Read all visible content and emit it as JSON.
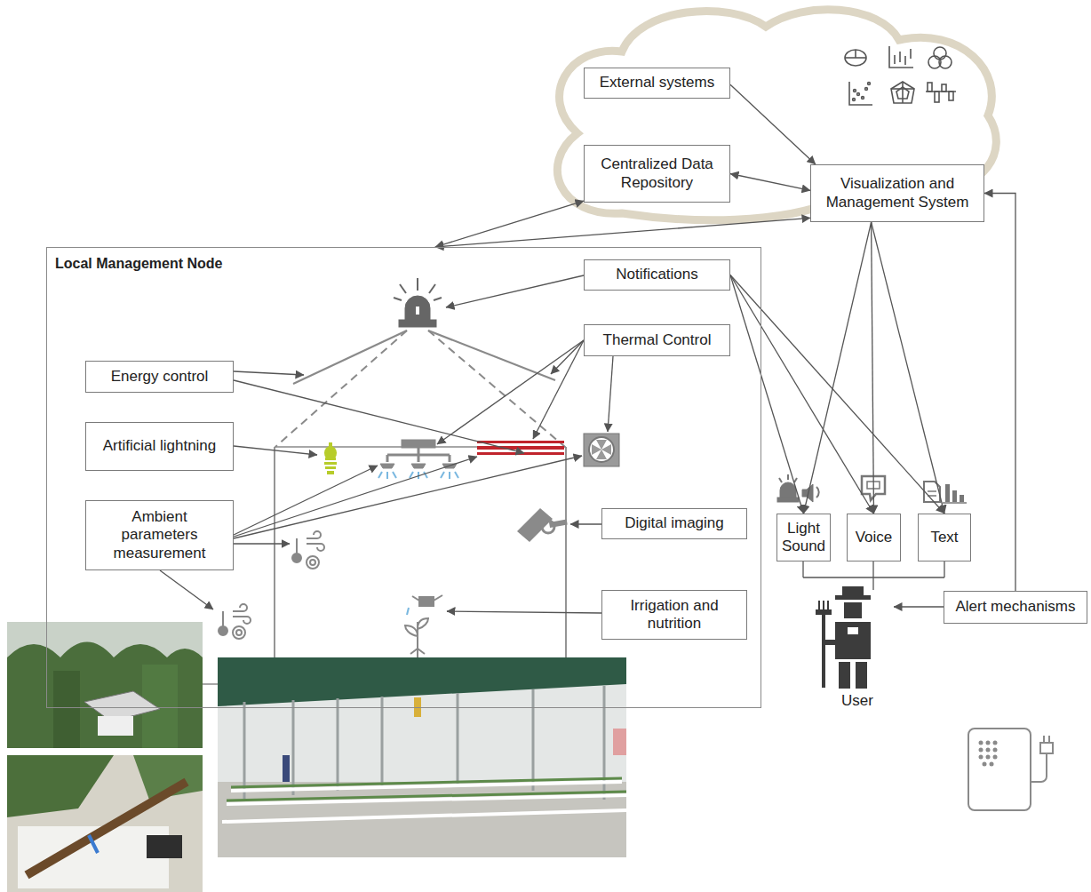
{
  "diagram": {
    "nodes": [
      {
        "text": [
          "External systems"
        ]
      },
      {
        "text": [
          "Centralized Data Repository"
        ]
      },
      {
        "text": [
          "Visualization and Management System"
        ]
      },
      {
        "text": [
          "Local Management Node"
        ]
      },
      {
        "text": [
          "Notifications"
        ],
        "in": 3
      },
      {
        "text": [
          "Thermal Control"
        ],
        "in": 3
      },
      {
        "text": [
          "Energy control"
        ],
        "in": 3
      },
      {
        "text": [
          "Artificial lightning"
        ],
        "in": 3
      },
      {
        "text": [
          "Ambient parameters measurement"
        ],
        "in": 3
      },
      {
        "text": [
          "Digital imaging"
        ],
        "in": 3
      },
      {
        "text": [
          "Irrigation and nutrition"
        ],
        "in": 3
      },
      {
        "text": [
          "Light Sound"
        ]
      },
      {
        "text": [
          "Voice"
        ]
      },
      {
        "text": [
          "Text"
        ]
      },
      {
        "text": [
          "Alert mechanisms"
        ]
      }
    ],
    "edges": [
      {
        "from": 0,
        "to": 2,
        "arrow": "to"
      },
      {
        "from": 1,
        "to": 2,
        "arrow": "both"
      },
      {
        "from": 3,
        "to": 1,
        "arrow": "both"
      },
      {
        "from": 3,
        "to": 2,
        "arrow": "both"
      },
      {
        "from": 2,
        "to": 11,
        "arrow": "to"
      },
      {
        "from": 2,
        "to": 12,
        "arrow": "to"
      },
      {
        "from": 2,
        "to": 13,
        "arrow": "to"
      },
      {
        "from": 4,
        "to": 11,
        "arrow": "to"
      },
      {
        "from": 4,
        "to": 12,
        "arrow": "to"
      },
      {
        "from": 4,
        "to": 13,
        "arrow": "to"
      },
      {
        "from": 14,
        "to": 2,
        "arrow": "to"
      }
    ],
    "labels": [
      "User"
    ]
  }
}
